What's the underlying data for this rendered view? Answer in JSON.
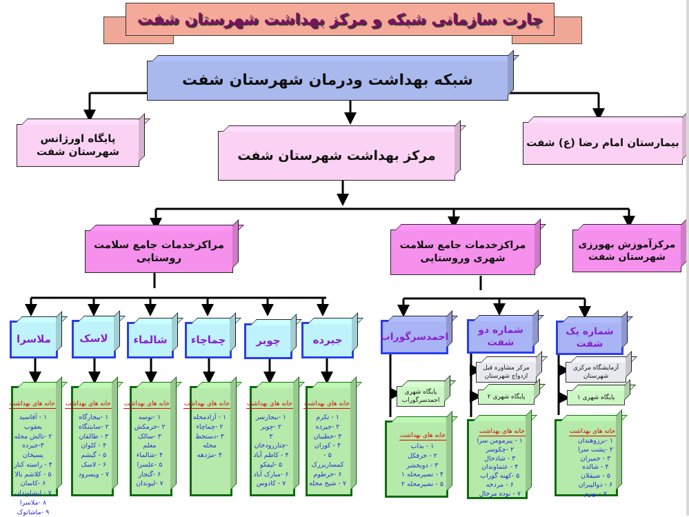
{
  "title": "چارت سازمانی شبکه و مرکز بهداشت شهرستان شفت",
  "top": {
    "network": "شبکه بهداشت ودرمان شهرستان شفت"
  },
  "level2": {
    "emergency": [
      "پایگاه اورژانس",
      "شهرستان شفت"
    ],
    "center": "مرکز بهداشت شهرستان شفت",
    "hospital": "بیمارستان امام رضا (ع) شفت"
  },
  "level3": {
    "rural": [
      "مراکزخدمات جامع سلامت",
      "روستایی"
    ],
    "urban_rural": [
      "مراکزخدمات جامع سلامت",
      "شهری وروستایی"
    ],
    "training": [
      "مرکزآموزش بهورزی",
      "شهرستان شفت"
    ]
  },
  "health_house_title": "خانه های بهداشت",
  "rural_centers": [
    {
      "name": "ملاسرا",
      "houses": [
        "۱ - آقاسید یعقوب",
        "۲ -تالش محله",
        "۳-جیرده پسیخان",
        "۴ - راسته کنار",
        "۵ - کلاشم بالا",
        "۶ -کاسان",
        "۷ - لیشاوندان",
        "۸ -ملاسرا",
        "۹ -ماشاتوک"
      ]
    },
    {
      "name": "لاسک",
      "houses": [
        "۱ -بیجارگاه",
        "۲ -سایتنگاه",
        "۳ - طالقان",
        "۴ - کلوان",
        "۵ - گیشم",
        "۶ - لاسک",
        "۷ - ویسرود"
      ]
    },
    {
      "name": "شالماء",
      "houses": [
        "۱ -توسه",
        "۲ -خرمکش",
        "۳ -سالک معلم",
        "۴ -شالماء",
        "۵ -علسرا",
        "۶ -گنجار",
        "۷ -لیوندان"
      ]
    },
    {
      "name": "چماچاء",
      "houses": [
        "۱ - آزادمحله",
        "۲ -چماچاء",
        "۳ -دستخط محله",
        "۴ -مژدهه"
      ]
    },
    {
      "name": "چوبر",
      "houses": [
        "۱ -بیجارسر",
        "۲ -چوبر",
        "۳ -چناررودخان",
        "۴ - کاظم آباد",
        "۵ -لیفکو",
        "۶ -مبارک آباد",
        "۷ - کادوس"
      ]
    },
    {
      "name": "جیرده",
      "houses": [
        "۱ - تکرم",
        "۲ -جیرده",
        "۳ -خطیبان",
        "۴ - کوزان",
        "۵ - کمساریزرک",
        "۶ -خرطوم",
        "۷ - شیخ محله"
      ]
    }
  ],
  "urban_centers": [
    {
      "name": "احمدسرگوراب",
      "units": [
        [
          "پایگاه شهری",
          "احمدسرگوراب"
        ]
      ],
      "houses": [
        "۱ - بداب",
        "۲ - خرفکل",
        "۳ - دوبخشر",
        "۴ - نصیرمحله ۱",
        "۵ - نصیرمحله ۲"
      ]
    },
    {
      "name": "شماره دو شفت",
      "units": [
        [
          "مرکز مشاوره قبل",
          "ازدواج شهرستان"
        ],
        [
          "پایگاه شهری ۲"
        ]
      ],
      "houses": [
        "۱ - پیرمومن سرا",
        "۲ -چکوسر",
        "۳ - شادخال",
        "۴ - عثماوندان",
        "۵ -کهنه گوراب",
        "۶ - مردخه",
        "۷ - نوده مرخال"
      ]
    },
    {
      "name": "شماره یک شفت",
      "units": [
        [
          "آزمایشگاه مرکزی",
          "شهرستان"
        ],
        [
          "پایگاه شهری ۱"
        ]
      ],
      "houses": [
        "۱ -برزوهندان",
        "۲ -پشت سرا",
        "۳ - خمیران",
        "۴ - شالده",
        "۵ - صیقلان",
        "۶ - ذوالپیران",
        "۷ - نهزم"
      ]
    }
  ],
  "colors": {
    "line": "#000000",
    "house_text": "#2a2ad8",
    "house_title": "#e00000",
    "center_text": "#8a1fd0"
  }
}
